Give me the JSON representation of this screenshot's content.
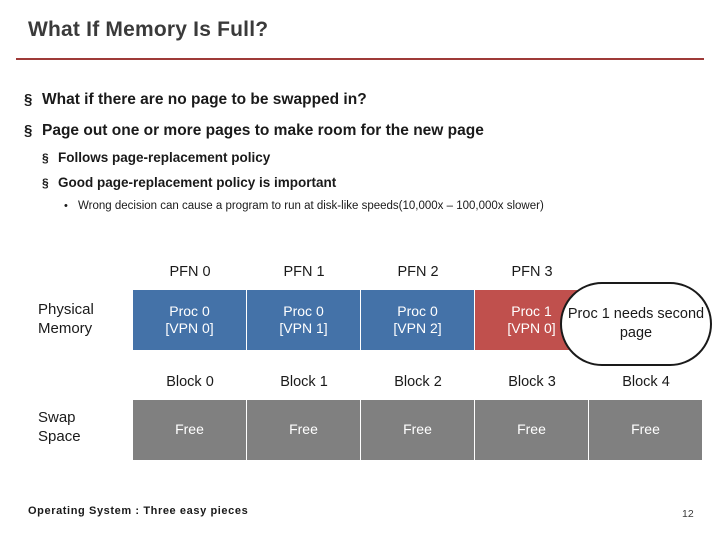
{
  "slide": {
    "title": "What If Memory Is Full?",
    "bullets": [
      {
        "level": 1,
        "marker": "§",
        "text": "What if there are no page to be swapped in?"
      },
      {
        "level": 1,
        "marker": "§",
        "text": "Page out one or more pages to make room for the new page"
      },
      {
        "level": 2,
        "marker": "§",
        "text": "Follows page-replacement policy"
      },
      {
        "level": 2,
        "marker": "§",
        "text": "Good page-replacement policy is important"
      },
      {
        "level": 3,
        "marker": "•",
        "text": "Wrong decision can cause a program to run at disk-like speeds(10,000x – 100,000x slower)"
      }
    ],
    "diagram": {
      "physical_label": "Physical\nMemory",
      "swap_label": "Swap\nSpace",
      "pfn_headers": [
        "PFN 0",
        "PFN 1",
        "PFN 2",
        "PFN 3"
      ],
      "block_headers": [
        "Block 0",
        "Block 1",
        "Block 2",
        "Block 3",
        "Block 4"
      ],
      "memory_cells": [
        {
          "line1": "Proc 0",
          "line2": "[VPN 0]",
          "color": "blue"
        },
        {
          "line1": "Proc 0",
          "line2": "[VPN 1]",
          "color": "blue"
        },
        {
          "line1": "Proc 0",
          "line2": "[VPN 2]",
          "color": "blue"
        },
        {
          "line1": "Proc 1",
          "line2": "[VPN 0]",
          "color": "red"
        }
      ],
      "swap_cells": [
        {
          "line1": "Free",
          "line2": "",
          "color": "gray"
        },
        {
          "line1": "Free",
          "line2": "",
          "color": "gray"
        },
        {
          "line1": "Free",
          "line2": "",
          "color": "gray"
        },
        {
          "line1": "Free",
          "line2": "",
          "color": "gray"
        },
        {
          "line1": "Free",
          "line2": "",
          "color": "gray"
        }
      ],
      "callout": "Proc 1 needs second page",
      "colors": {
        "blue": "#4472a8",
        "red": "#c0504d",
        "gray": "#808080"
      }
    },
    "footer": {
      "text": "Operating System : Three easy pieces",
      "page_number": "12"
    }
  }
}
